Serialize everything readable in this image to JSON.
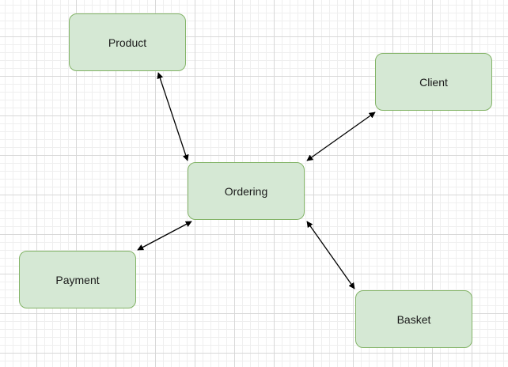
{
  "diagram": {
    "nodes": [
      {
        "id": "product",
        "label": "Product"
      },
      {
        "id": "client",
        "label": "Client"
      },
      {
        "id": "ordering",
        "label": "Ordering"
      },
      {
        "id": "payment",
        "label": "Payment"
      },
      {
        "id": "basket",
        "label": "Basket"
      }
    ],
    "edges": [
      {
        "from": "product",
        "to": "ordering",
        "arrows": "both"
      },
      {
        "from": "client",
        "to": "ordering",
        "arrows": "both"
      },
      {
        "from": "payment",
        "to": "ordering",
        "arrows": "both"
      },
      {
        "from": "basket",
        "to": "ordering",
        "arrows": "both"
      }
    ],
    "colors": {
      "node_fill": "#d5e8d4",
      "node_stroke": "#82b366",
      "edge": "#000000",
      "grid": "#d8d8d8"
    }
  }
}
